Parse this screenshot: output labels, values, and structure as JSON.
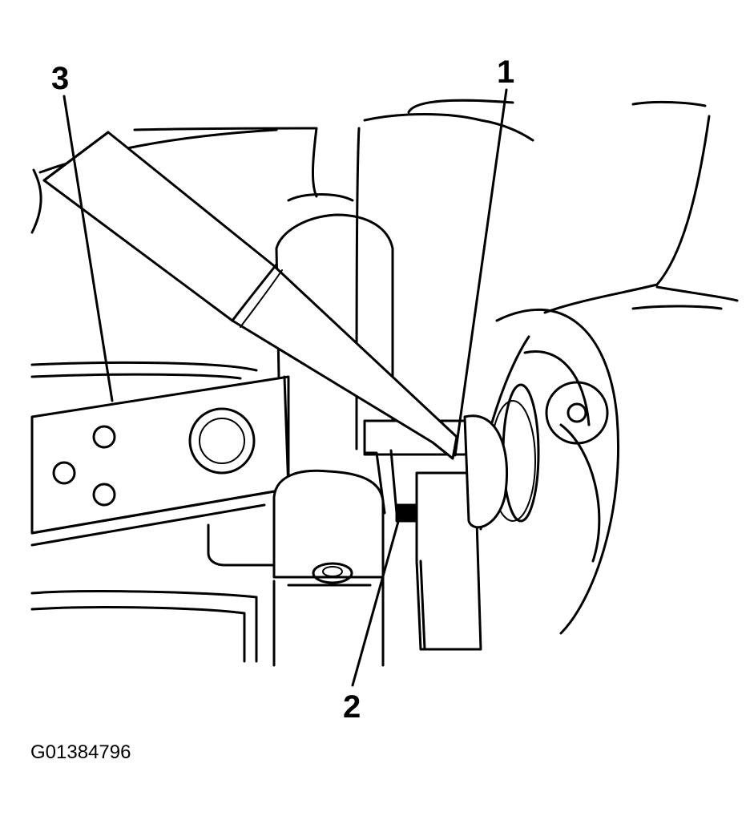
{
  "figure": {
    "id_label": "G01384796",
    "callouts": [
      {
        "number": "1"
      },
      {
        "number": "2"
      },
      {
        "number": "3"
      }
    ]
  },
  "colors": {
    "line": "#000000",
    "background": "#ffffff"
  }
}
